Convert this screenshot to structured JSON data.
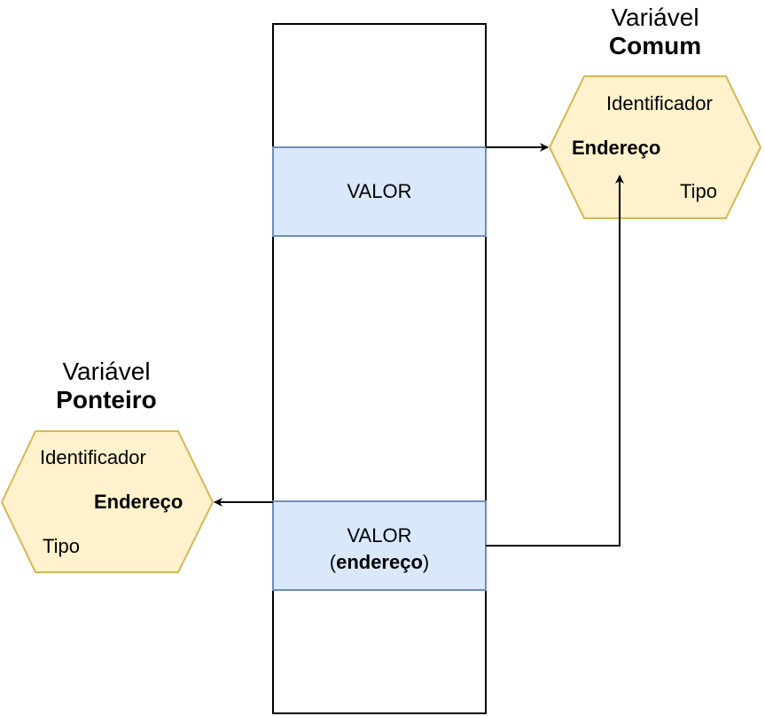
{
  "common_variable": {
    "title_line1": "Variável",
    "title_line2": "Comum",
    "field_identifier": "Identificador",
    "field_address": "Endereço",
    "field_type": "Tipo"
  },
  "pointer_variable": {
    "title_line1": "Variável",
    "title_line2": "Ponteiro",
    "field_identifier": "Identificador",
    "field_address": "Endereço",
    "field_type": "Tipo"
  },
  "memory": {
    "cell_top_value": "VALOR",
    "cell_bottom_value": "VALOR",
    "cell_bottom_open": "(",
    "cell_bottom_address": "endereço",
    "cell_bottom_close": ")"
  },
  "colors": {
    "cell_fill": "#dae8fc",
    "cell_stroke": "#6c8ebf",
    "hex_fill": "#fff2cc",
    "hex_stroke": "#d6b656"
  }
}
